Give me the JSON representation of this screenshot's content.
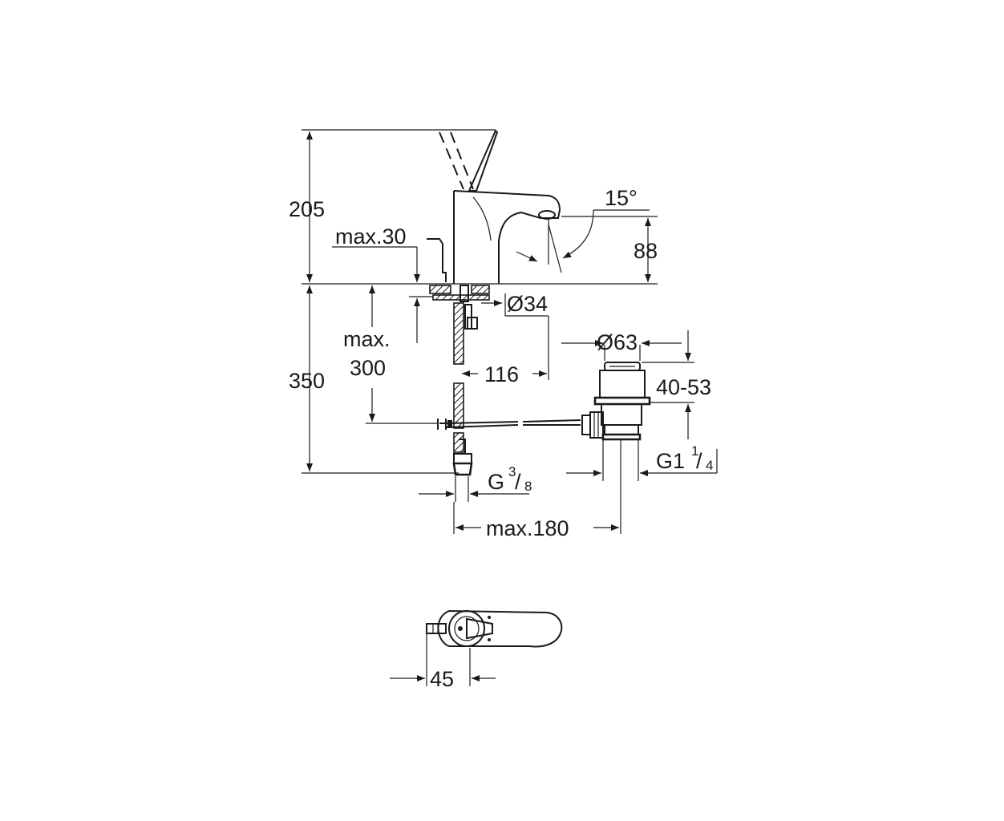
{
  "dimensions": {
    "height_total_above": "205",
    "max_deck_thickness": "max.30",
    "spout_angle": "15°",
    "spout_height": "88",
    "hole_diameter": "Ø34",
    "max_below_line1": "max.",
    "max_below_line2": "300",
    "depth_below": "350",
    "spout_reach": "116",
    "waste_diameter": "Ø63",
    "waste_range": "40-53",
    "supply_thread_main": "G",
    "supply_thread_num": "3",
    "supply_thread_den": "8",
    "waste_thread_main": "G1",
    "waste_thread_num": "1",
    "waste_thread_den": "4",
    "max_spacing": "max.180",
    "top_view_offset": "45"
  }
}
